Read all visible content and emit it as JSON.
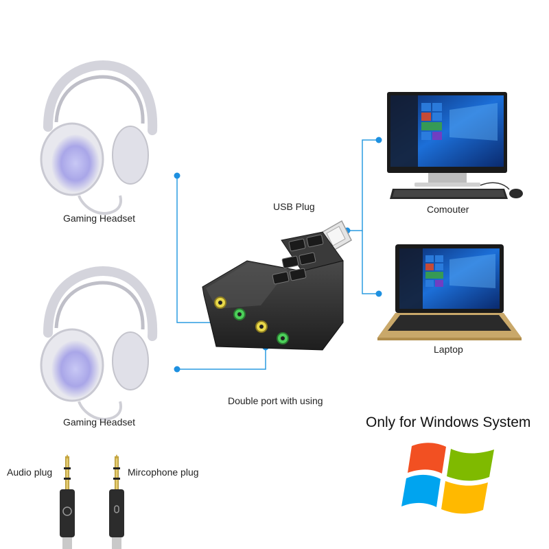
{
  "labels": {
    "headset_top": "Gaming Headset",
    "headset_bottom": "Gaming Headset",
    "usb_plug": "USB Plug",
    "double_port": "Double port with using",
    "computer": "Comouter",
    "laptop": "Laptop",
    "audio_plug": "Audio plug",
    "mic_plug": "Mircophone plug",
    "windows_only": "Only for Windows System"
  },
  "colors": {
    "connector_line": "#2a9be0",
    "connector_dot": "#1e90e0",
    "windows_red": "#f25022",
    "windows_green": "#7fba00",
    "windows_blue": "#00a4ef",
    "windows_yellow": "#ffb900",
    "jack_yellow": "#e8d84a",
    "jack_green": "#4ccf5a",
    "device_body": "#2c2c2c"
  },
  "icons": {
    "headset": "headset-icon",
    "sound_card": "usb-sound-card-icon",
    "desktop": "desktop-computer-icon",
    "laptop": "laptop-icon",
    "audio_jack": "audio-jack-icon",
    "windows_logo": "windows-logo-icon"
  }
}
